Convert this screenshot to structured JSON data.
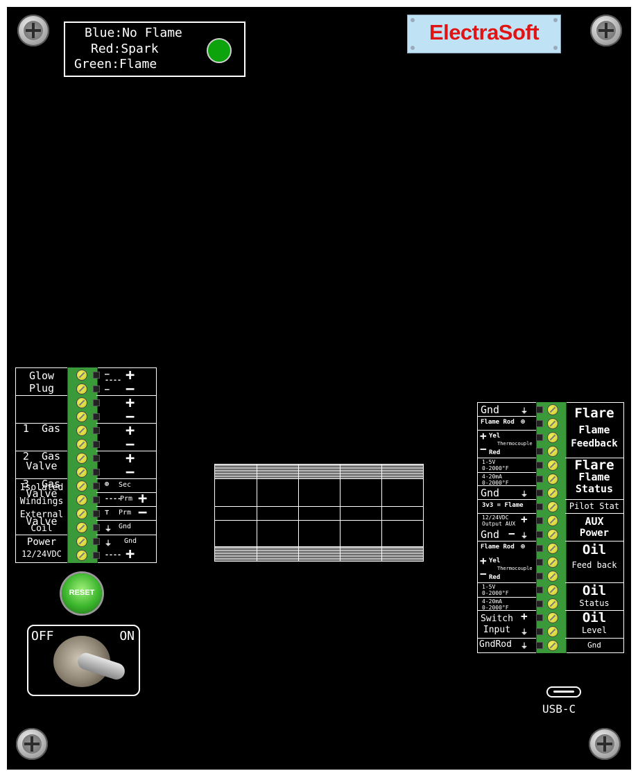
{
  "legend": {
    "blue": "Blue:No Flame",
    "red": "Red:Spark",
    "green": "Green:Flame",
    "led_color": "#0da30d"
  },
  "logo": {
    "text": "ElectraSoft",
    "text_color": "#e01414",
    "bg_color": "#bfe2f4"
  },
  "left_block": {
    "glow_plug": [
      "Glow",
      "Plug"
    ],
    "gas1": [
      "1  Gas",
      "Valve"
    ],
    "gas2": [
      "2  Gas",
      "Valve"
    ],
    "gas3": [
      "3  Gas",
      "Valve"
    ],
    "iso": [
      "Isolated",
      "Windings",
      "External",
      "Coil"
    ],
    "iso_pins": [
      "Sec",
      "Prm",
      "Prm",
      "Gnd"
    ],
    "power": [
      "Power",
      "12/24VDC"
    ],
    "power_pins": [
      "Gnd"
    ]
  },
  "reset_label": "RESET",
  "switch": {
    "off": "OFF",
    "on": "ON"
  },
  "right_block": {
    "gnd": "Gnd",
    "flame_rod": "Flame Rod",
    "yel": "Yel",
    "thermocouple": "Thermocouple",
    "red": "Red",
    "range_v": [
      "1-5V",
      "0-2000°F"
    ],
    "range_ma": [
      "4-20mA",
      "0-2000°F"
    ],
    "gnd2": "Gnd",
    "flame_3v3": "3v3 = Flame",
    "aux_out": [
      "12/24VDC",
      "Output AUX"
    ],
    "gnd_minus": "Gnd",
    "flame_rod2": "Flame Rod",
    "yel2": "Yel",
    "thermocouple2": "Thermocouple",
    "red2": "Red",
    "range_v2": [
      "1-5V",
      "0-2000°F"
    ],
    "range_ma2": [
      "4-20mA",
      "0-2000°F"
    ],
    "switch_input": [
      "Switch",
      "Input"
    ],
    "gnd_rod": "GndRod",
    "labels": {
      "flare1": [
        "Flare",
        "Flame",
        "Feedback"
      ],
      "flare2": [
        "Flare",
        "Flame",
        "Status"
      ],
      "pilot": "Pilot Stat",
      "aux": [
        "AUX",
        "Power"
      ],
      "oil1": [
        "Oil",
        "Feed back"
      ],
      "oil2": [
        "Oil",
        "Status"
      ],
      "oil3": [
        "Oil",
        "Level"
      ],
      "gnd": "Gnd"
    }
  },
  "usb_label": "USB-C"
}
